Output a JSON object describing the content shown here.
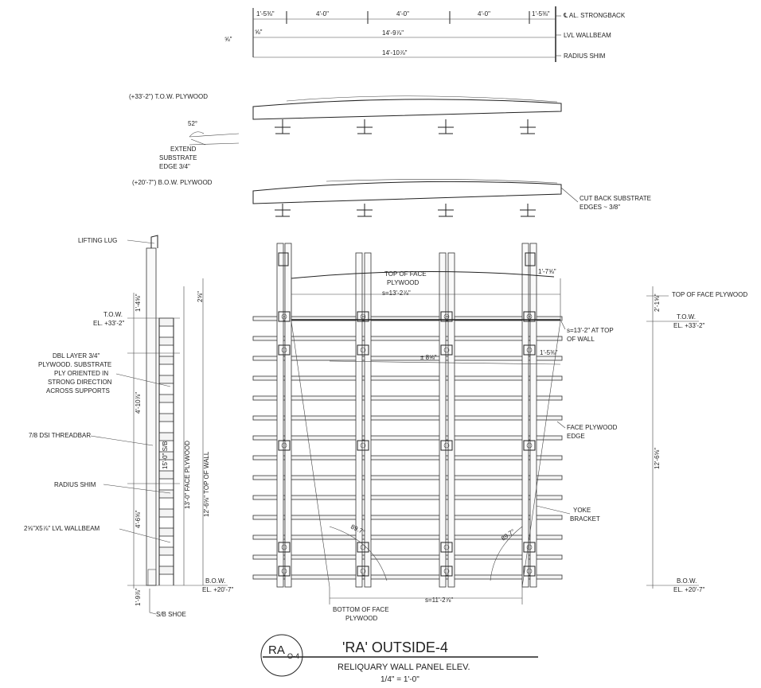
{
  "top_dims": {
    "seg1": "1'-5⅜\"",
    "seg2": "4'-0\"",
    "seg3": "4'-0\"",
    "seg4": "4'-0\"",
    "seg5": "1'-5⅜\"",
    "sub_left": "⅝\"",
    "sub_left2": "⅝\"",
    "overall1": "14'-9⅞\"",
    "overall2": "14'-10⅞\"",
    "label_strongback": "℄ AL. STRONGBACK",
    "label_lvl": "LVL WALLBEAM",
    "label_shim": "RADIUS SHIM"
  },
  "plan_views": {
    "tow_label": "(+33'-2\") T.O.W. PLYWOOD",
    "angle": "52°",
    "extend_note": [
      "EXTEND",
      "SUBSTRATE",
      "EDGE 3/4\""
    ],
    "bow_label": "(+20'-7\") B.O.W. PLYWOOD",
    "cut_back_note": [
      "CUT BACK SUBSTRATE",
      "EDGES ~ 3/8\""
    ]
  },
  "section": {
    "lifting_lug": "LIFTING LUG",
    "tow": "T.O.W.",
    "tow_el": "EL. +33'-2\"",
    "dim_top": "1'-4⅝\"",
    "dbl_layer_note": [
      "DBL LAYER 3/4\"",
      "PLYWOOD.  SUBSTRATE",
      "PLY ORIENTED IN",
      "STRONG DIRECTION",
      "ACROSS SUPPORTS"
    ],
    "dim_mid": "4'-10⅞\"",
    "threadbar": "7/8 DSI THREADBAR",
    "radius_shim": "RADIUS SHIM",
    "dim_low": "4'-6⅝\"",
    "lvl_wallbeam": "2⅝\"X5⅞\" LVL WALLBEAM",
    "dim_bot": "1'-9⅞\"",
    "sb_shoe": "S/B SHOE",
    "vdim_post": "15'-0\" S/B",
    "vdim_face": "13'-0\"  FACE PLYWOOD",
    "vdim_wall": "12'-6⅝\" TOP OF WALL",
    "vdim_small": "2⅝\""
  },
  "elevation": {
    "top_face_label": [
      "TOP OF FACE",
      "PLYWOOD"
    ],
    "top_face_dim": "s=13'-2⅞\"",
    "dim_right": "1'-7⅝\"",
    "top_wall_note": [
      "s=13'-2\" AT TOP",
      "OF WALL"
    ],
    "mid_dim": "± 8⅝\"",
    "mid_dim2": "1'-5⅜\"",
    "face_edge_note": [
      "FACE PLYWOOD",
      "EDGE"
    ],
    "yoke_note": [
      "YOKE",
      "BRACKET"
    ],
    "angle_left": "89.7°",
    "angle_right": "89.7°",
    "bottom_label": [
      "BOTTOM OF FACE",
      "PLYWOOD"
    ],
    "bottom_dim": "s=11'-2⅞\""
  },
  "right_dims": {
    "small": "2'-1⅝\"",
    "top_of_face": "TOP OF FACE PLYWOOD",
    "tow": "T.O.W.",
    "tow_el": "EL. +33'-2\"",
    "height": "12'-6⅝\"",
    "bow": "B.O.W.",
    "bow_el": "EL. +20'-7\""
  },
  "section_bow": {
    "bow": "B.O.W.",
    "bow_el": "EL. +20'-7\""
  },
  "title_block": {
    "tag_main": "RA",
    "tag_sub": "O-4",
    "title": "'RA' OUTSIDE-4",
    "subtitle": "RELIQUARY WALL PANEL ELEV.",
    "scale": "1/4\" = 1'-0\""
  }
}
